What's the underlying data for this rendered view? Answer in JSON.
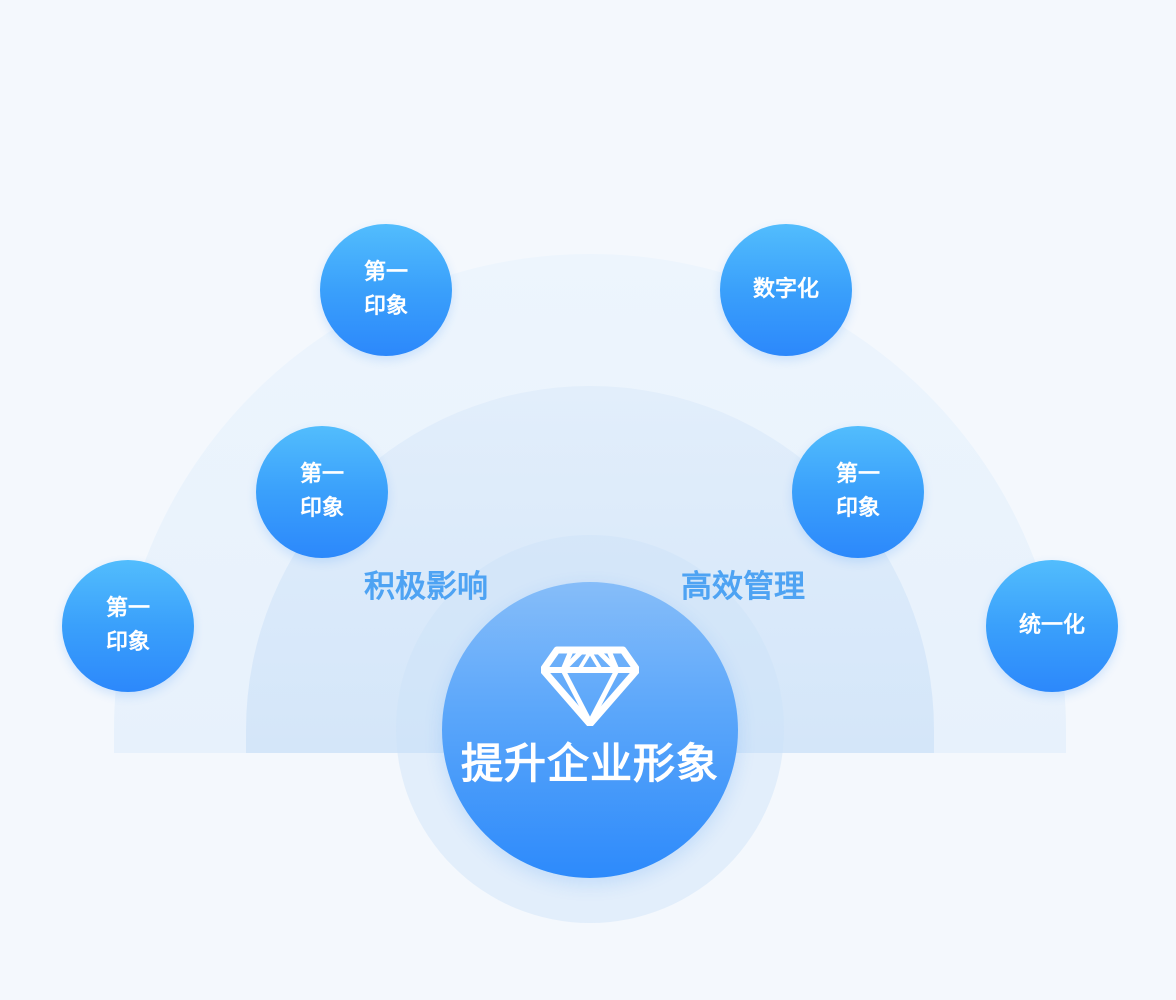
{
  "center": {
    "title": "提升企业形象",
    "icon": "diamond-icon"
  },
  "labels": {
    "left": "积极影响",
    "right": "高效管理"
  },
  "nodes": [
    {
      "id": "top-left",
      "text": "第一印象"
    },
    {
      "id": "top-right",
      "text": "数字化"
    },
    {
      "id": "mid-left",
      "text": "第一印象"
    },
    {
      "id": "mid-right",
      "text": "第一印象"
    },
    {
      "id": "bottom-left",
      "text": "第一印象"
    },
    {
      "id": "bottom-right",
      "text": "统一化"
    }
  ],
  "colors": {
    "node_top": "#52bdfd",
    "node_bottom": "#2c88fb",
    "label": "#4ea3f3",
    "background": "#f4f8fd"
  }
}
